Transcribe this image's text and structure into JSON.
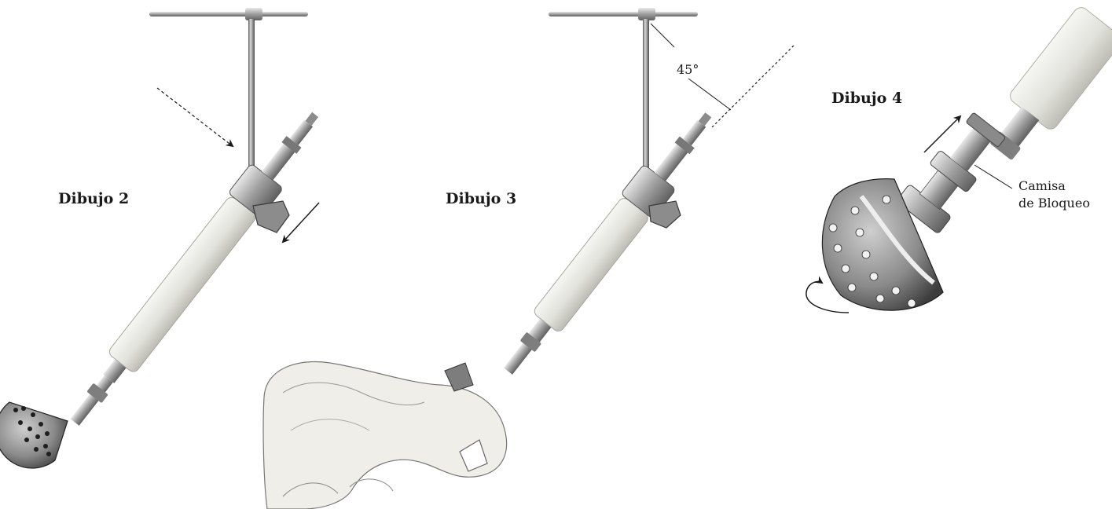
{
  "figures": {
    "fig2": {
      "title": "Dibujo 2"
    },
    "fig3": {
      "title": "Dibujo 3",
      "angle_label": "45°"
    },
    "fig4": {
      "title": "Dibujo 4",
      "callout_line1": "Camisa",
      "callout_line2": "de Bloqueo"
    }
  },
  "colors": {
    "metal": "#9a9a9a",
    "handle": "#e4e4e0",
    "bone": "#efeee8",
    "ink": "#1a1a1a"
  }
}
